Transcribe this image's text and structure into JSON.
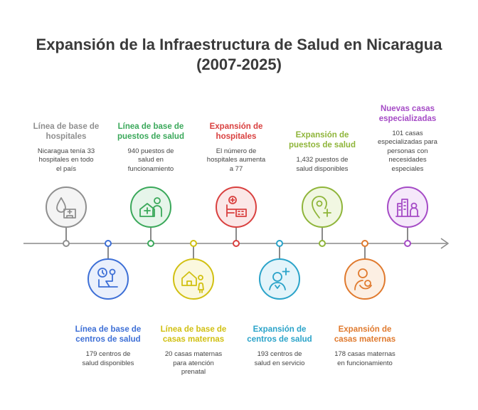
{
  "title": {
    "line1": "Expansión de la Infraestructura de Salud en Nicaragua",
    "line2": "(2007-2025)"
  },
  "milestones": [
    {
      "heading": [
        "Línea de base de",
        "hospitales"
      ],
      "desc": [
        "Nicaragua tenía 33",
        "hospitales en todo",
        "el país"
      ],
      "color": "#8f8f8f",
      "fill": "#f4f4f4",
      "icon": "hospital-icon",
      "position": "top"
    },
    {
      "heading": [
        "Línea de base de",
        "centros de salud"
      ],
      "desc": [
        "179 centros de",
        "salud disponibles"
      ],
      "color": "#3d6fd6",
      "fill": "#eaf0fc",
      "icon": "patient-clock-icon",
      "position": "bottom"
    },
    {
      "heading": [
        "Línea de base de",
        "puestos de salud"
      ],
      "desc": [
        "940 puestos de",
        "salud en",
        "funcionamiento"
      ],
      "color": "#3aa85a",
      "fill": "#e6f5ea",
      "icon": "health-post-icon",
      "position": "top"
    },
    {
      "heading": [
        "Línea de base de",
        "casas maternas"
      ],
      "desc": [
        "20 casas maternas",
        "para atención",
        "prenatal"
      ],
      "color": "#d1c012",
      "fill": "#fbf8de",
      "icon": "maternal-house-icon",
      "position": "bottom"
    },
    {
      "heading": [
        "Expansión de",
        "hospitales"
      ],
      "desc": [
        "El número de",
        "hospitales aumenta",
        "a 77"
      ],
      "color": "#d9403f",
      "fill": "#fbe7e7",
      "icon": "hospital-expansion-icon",
      "position": "top"
    },
    {
      "heading": [
        "Expansión de",
        "centros de salud"
      ],
      "desc": [
        "193 centros de",
        "salud en servicio"
      ],
      "color": "#2aa3c9",
      "fill": "#e3f4fa",
      "icon": "doctor-cross-icon",
      "position": "bottom"
    },
    {
      "heading": [
        "Expansión de",
        "puestos de salud"
      ],
      "desc": [
        "1,432 puestos de",
        "salud disponibles"
      ],
      "color": "#8fb53a",
      "fill": "#f1f7e2",
      "icon": "location-cross-icon",
      "position": "top"
    },
    {
      "heading": [
        "Expansión de",
        "casas maternas"
      ],
      "desc": [
        "178 casas maternas",
        "en funcionamiento"
      ],
      "color": "#e07a2e",
      "fill": "#fcefe3",
      "icon": "mother-baby-icon",
      "position": "bottom"
    },
    {
      "heading": [
        "Nuevas casas",
        "especializadas"
      ],
      "desc": [
        "101 casas",
        "especializadas para",
        "personas con",
        "necesidades",
        "especiales"
      ],
      "color": "#a54bc6",
      "fill": "#f5e8fa",
      "icon": "special-house-icon",
      "position": "top"
    }
  ]
}
